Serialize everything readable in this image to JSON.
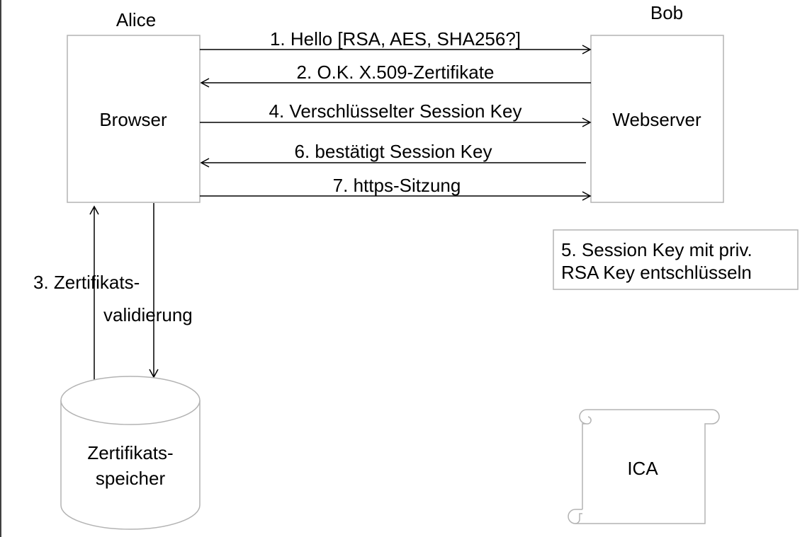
{
  "actors": {
    "alice": "Alice",
    "bob": "Bob"
  },
  "nodes": {
    "browser": "Browser",
    "webserver": "Webserver",
    "store_line1": "Zertifikats-",
    "store_line2": "speicher",
    "ica": "ICA"
  },
  "messages": [
    "1. Hello [RSA, AES, SHA256?]",
    "2. O.K. X.509-Zertifikate",
    "4. Verschlüsselter Session Key",
    "6. bestätigt Session Key",
    "7. https-Sitzung"
  ],
  "validation": {
    "line1": "3. Zertifikats-",
    "line2": "validierung"
  },
  "note": {
    "line1": "5. Session Key mit priv.",
    "line2": "RSA Key entschlüsseln"
  },
  "colors": {
    "line": "#000000",
    "shape_border": "#b3b3b3"
  }
}
